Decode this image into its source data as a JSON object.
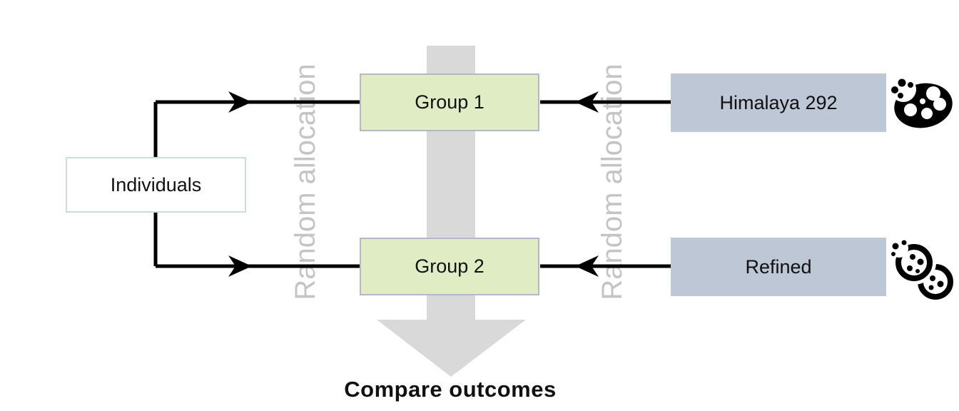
{
  "flow": {
    "source": {
      "label": "Individuals"
    },
    "allocation_left": {
      "label": "Random allocation"
    },
    "allocation_right": {
      "label": "Random allocation"
    },
    "groups": [
      {
        "label": "Group 1"
      },
      {
        "label": "Group 2"
      }
    ],
    "treatments": [
      {
        "label": "Himalaya 292",
        "icon": "bitten-cookie-solid-icon"
      },
      {
        "label": "Refined",
        "icon": "cookie-pair-outline-icon"
      }
    ],
    "outcome": {
      "label": "Compare outcomes"
    }
  },
  "colors": {
    "group_fill": "#e0ecc4",
    "group_border": "#b5b6c6",
    "treatment_fill": "#bec7d5",
    "source_fill": "#ffffff",
    "source_border": "#c8dfd8",
    "allocation_text_color": "#c4c4c4",
    "arrow_gray": "#d9d9d9",
    "connector_color": "#000000",
    "icon_color": "#000000"
  }
}
